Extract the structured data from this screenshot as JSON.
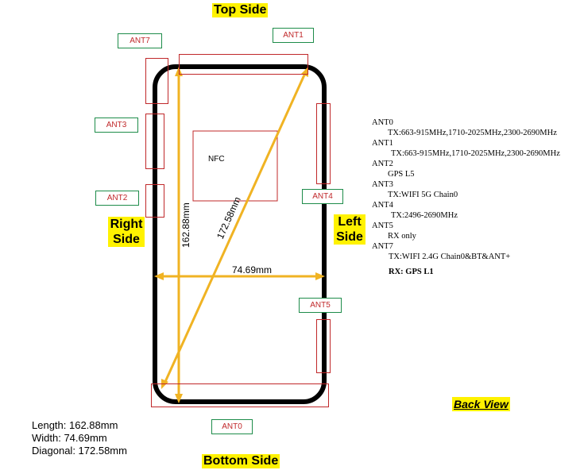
{
  "titles": {
    "top": "Top Side",
    "bottom": "Bottom Side",
    "right": "Right Side",
    "left": "Left Side",
    "back_view": "Back View"
  },
  "antennas": {
    "ant0": "ANT0",
    "ant1": "ANT1",
    "ant2": "ANT2",
    "ant3": "ANT3",
    "ant4": "ANT4",
    "ant5": "ANT5",
    "ant7": "ANT7"
  },
  "nfc": "NFC",
  "measurements": {
    "height": "162.88mm",
    "width": "74.69mm",
    "diagonal": "172.58mm"
  },
  "spec_lines": [
    "ANT0",
    "TX:663-915MHz,1710-2025MHz,2300-2690MHz",
    "ANT1",
    "TX:663-915MHz,1710-2025MHz,2300-2690MHz",
    "ANT2",
    "GPS L5",
    "ANT3",
    "TX:WIFI 5G Chain0",
    "ANT4",
    "TX:2496-2690MHz",
    "ANT5",
    "RX only",
    "ANT7",
    "TX:WIFI 2.4G Chain0&BT&ANT+",
    "RX: GPS L1"
  ],
  "dimensions_text": {
    "length": "Length: 162.88mm",
    "width": "Width: 74.69mm",
    "diagonal": "Diagonal: 172.58mm"
  },
  "colors": {
    "antenna_box": "#c0282a",
    "label_border": "#1e8c4a",
    "dimension_line": "#f0b323",
    "title_highlight": "#fff200"
  }
}
